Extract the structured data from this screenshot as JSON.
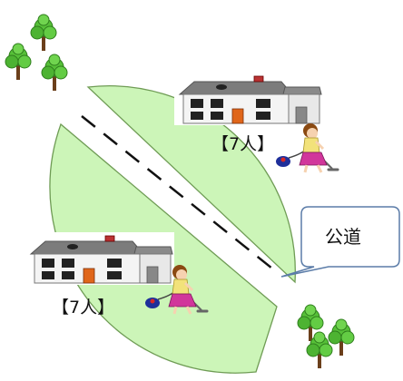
{
  "labels": {
    "people_top": "【7人】",
    "people_bottom": "【7人】",
    "road_callout": "公道"
  },
  "colors": {
    "lawn": "#ccf5b8",
    "lawn_border": "#6f9c55",
    "road_dash": "#111111",
    "callout_border": "#5b7ca8",
    "tree_leaf": "#56c038",
    "tree_trunk": "#6b3f1b"
  },
  "icons": [
    "house-icon",
    "woman-vacuuming-icon",
    "tree-icon"
  ]
}
